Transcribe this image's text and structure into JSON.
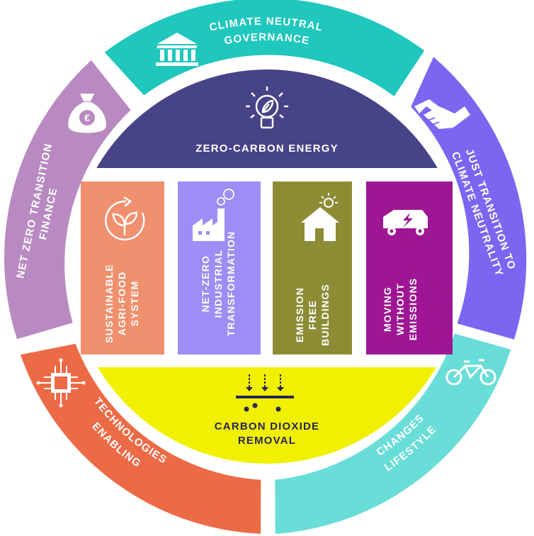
{
  "outer_ring": {
    "governance": [
      "CLIMATE NEUTRAL",
      "GOVERNANCE"
    ],
    "just_transition": [
      "JUST TRANSITION TO",
      "CLIMATE NEUTRALITY"
    ],
    "lifestyle": [
      "LIFESTYLE",
      "CHANGES"
    ],
    "enabling": [
      "ENABLING",
      "TECHNOLOGIES"
    ],
    "finance": [
      "NET ZERO TRANSITION",
      "FINANCE"
    ]
  },
  "top_band": {
    "label": "ZERO-CARBON ENERGY"
  },
  "bottom_band": {
    "label": [
      "CARBON DIOXIDE",
      "REMOVAL"
    ]
  },
  "pillars": {
    "agri": [
      "SUSTAINABLE",
      "AGRI-FOOD",
      "SYSTEM"
    ],
    "industry": [
      "NET-ZERO",
      "INDUSTRIAL",
      "TRANSFORMATION"
    ],
    "buildings": [
      "EMISSION",
      "FREE",
      "BUILDINGS"
    ],
    "mobility": [
      "MOVING",
      "WITHOUT",
      "EMISSIONS"
    ]
  },
  "colors": {
    "governance": "#1fc7bd",
    "just_transition": "#7b66f2",
    "lifestyle": "#69ddd7",
    "enabling": "#ec6a45",
    "finance": "#b98ac2",
    "energy": "#474387",
    "removal": "#f0f000",
    "agri": "#f0906e",
    "industry": "#9d8df5",
    "buildings": "#8c8c35",
    "mobility": "#9e1694"
  }
}
